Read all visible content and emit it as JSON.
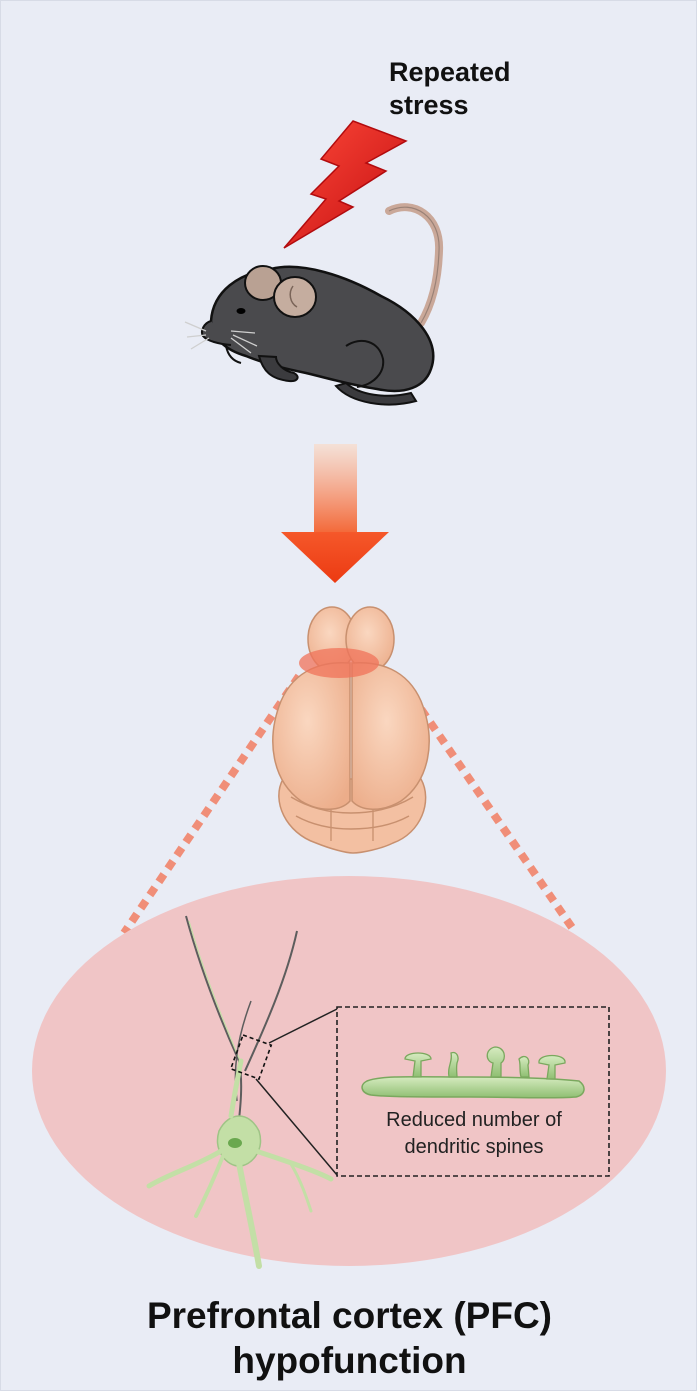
{
  "stress": {
    "line1": "Repeated",
    "line2": "stress"
  },
  "inset": {
    "line1": "Reduced number of",
    "line2": "dendritic spines"
  },
  "title": {
    "line1": "Prefrontal cortex (PFC)",
    "line2": "hypofunction"
  },
  "colors": {
    "background": "#e9ecf5",
    "lightning": "#e8191c",
    "mouse_body": "#4a4a4d",
    "arrow": "#f0461c",
    "brain": "#f5c3a5",
    "pfc_highlight": "#f0735a",
    "zoom_region": "#f0c5c6",
    "neuron": "#c3dfa6"
  }
}
